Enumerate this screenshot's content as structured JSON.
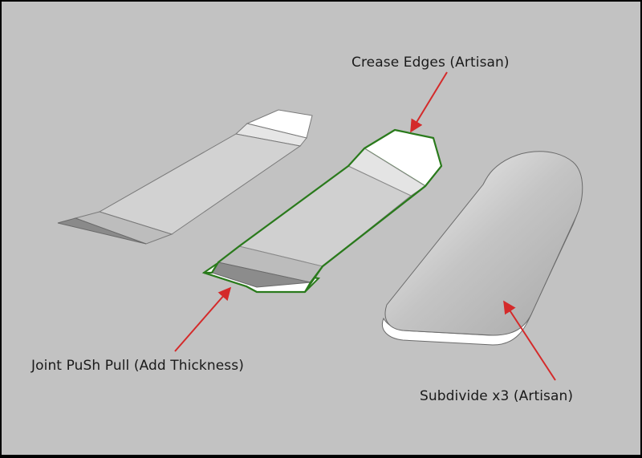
{
  "labels": {
    "crease": "Crease Edges (Artisan)",
    "joint": "Joint PuSh Pull (Add Thickness)",
    "subdivide": "Subdivide x3 (Artisan)"
  },
  "colors": {
    "background": "#c2c2c2",
    "arrow": "#d42a2a",
    "selection": "#2a7a1c",
    "face_light": "#d0d0d0",
    "face_top": "#ffffff"
  }
}
